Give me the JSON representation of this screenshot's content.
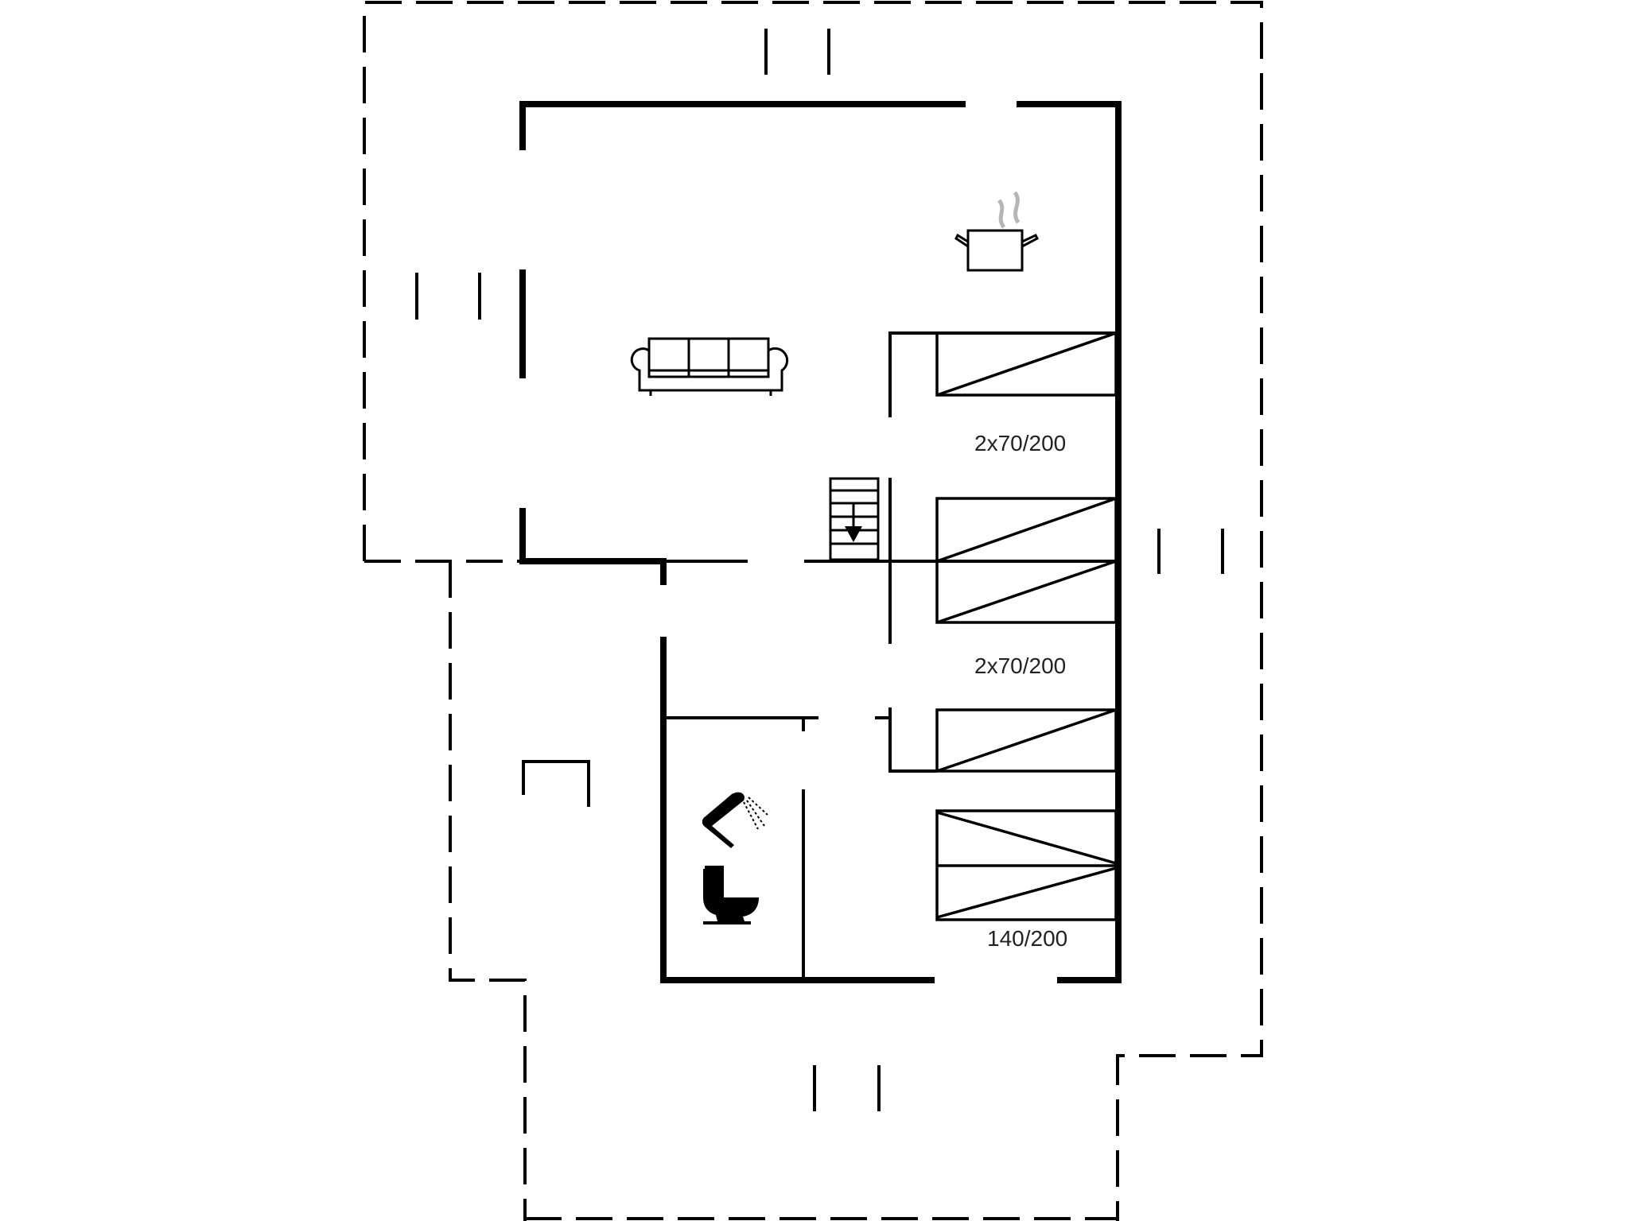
{
  "plan": {
    "type": "floor-plan",
    "colors": {
      "wall": "#000000",
      "steam": "#b5b5b5",
      "background": "#ffffff"
    },
    "rooms": [
      {
        "name": "living-room",
        "icons": [
          "sofa-icon"
        ]
      },
      {
        "name": "kitchen",
        "icons": [
          "cooking-pot-icon"
        ]
      },
      {
        "name": "bedroom-1",
        "bed_label": "2x70/200"
      },
      {
        "name": "bedroom-2",
        "bed_label": "2x70/200"
      },
      {
        "name": "bedroom-3",
        "bed_label": "140/200"
      },
      {
        "name": "bathroom",
        "icons": [
          "shower-icon",
          "toilet-icon"
        ]
      },
      {
        "name": "hallway",
        "icons": [
          "stairs-down-icon"
        ]
      }
    ],
    "labels": {
      "bed1": "2x70/200",
      "bed2": "2x70/200",
      "bed3": "140/200"
    },
    "terraces": [
      "north-terrace",
      "west-terrace",
      "south-terrace",
      "east-terrace"
    ]
  }
}
